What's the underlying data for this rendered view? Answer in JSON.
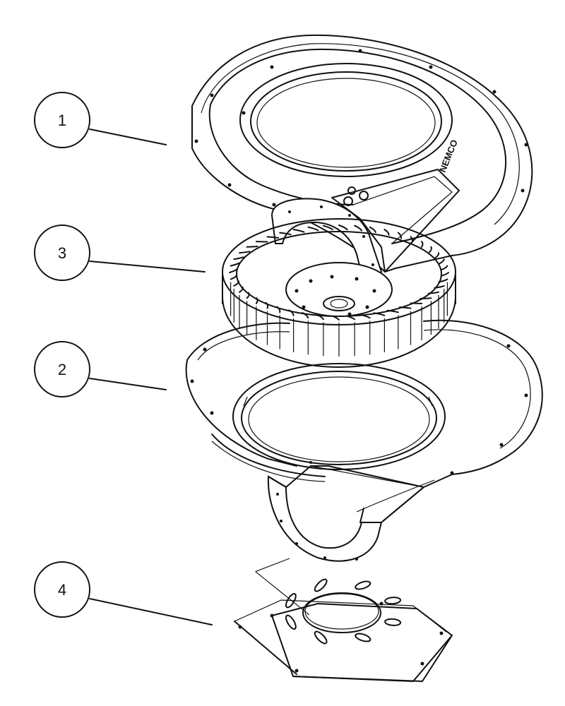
{
  "diagram": {
    "callouts": [
      {
        "id": "1",
        "label": "1"
      },
      {
        "id": "3",
        "label": "3"
      },
      {
        "id": "2",
        "label": "2"
      },
      {
        "id": "4",
        "label": "4"
      }
    ],
    "brand_label": "NEMCO"
  }
}
